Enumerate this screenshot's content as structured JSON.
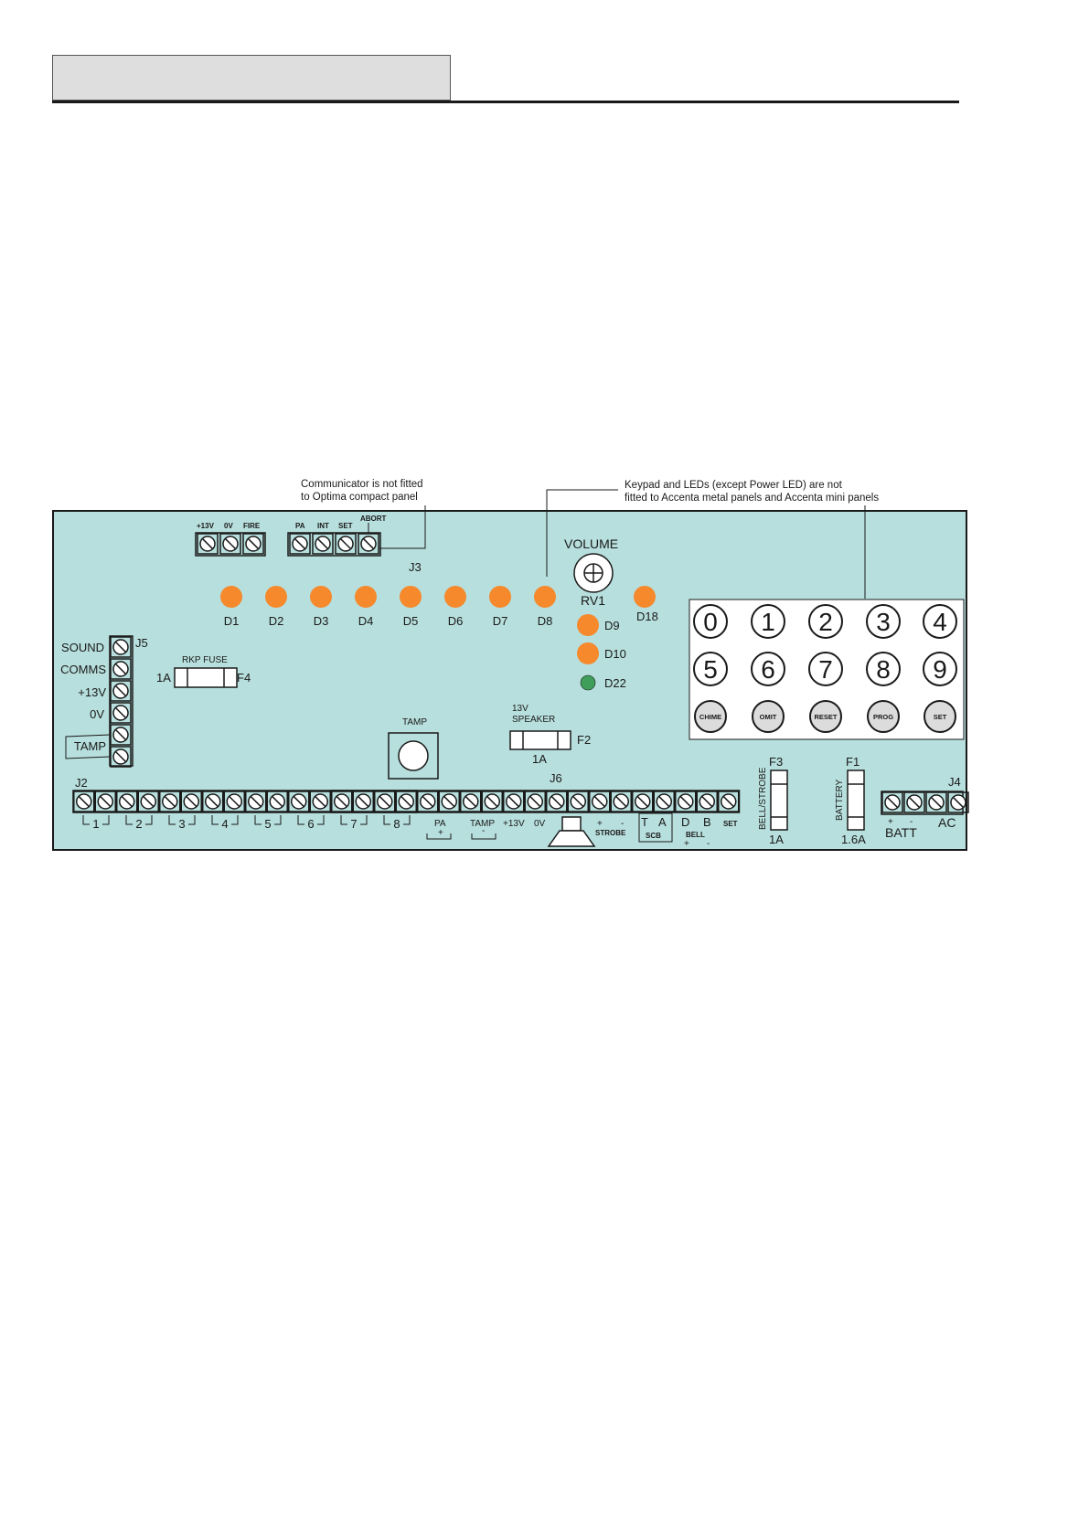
{
  "notes": {
    "communicator": [
      "Communicator is not fitted",
      "to Optima compact panel"
    ],
    "keypad": [
      "Keypad and LEDs (except Power LED) are not",
      "fitted to Accenta metal panels and Accenta mini panels"
    ]
  },
  "top_terminals_1": [
    "+13V",
    "0V",
    "FIRE"
  ],
  "top_terminals_2": [
    "PA",
    "INT",
    "SET",
    "ABORT"
  ],
  "j3_label": "J3",
  "leds_row": [
    "D1",
    "D2",
    "D3",
    "D4",
    "D5",
    "D6",
    "D7",
    "D8"
  ],
  "led_d18": "D18",
  "leds_col": [
    "D9",
    "D10",
    "D22"
  ],
  "colors": {
    "board": "#b7dfdd",
    "led_orange": "#f5892c",
    "led_green": "#3f9f5a",
    "outline": "#1a1a1a"
  },
  "volume": {
    "title": "VOLUME",
    "ref": "RV1"
  },
  "j5": {
    "ref": "J5",
    "labels": [
      "SOUND",
      "COMMS",
      "+13V",
      "0V",
      "TAMP"
    ]
  },
  "rkp_fuse": {
    "title": "RKP FUSE",
    "rating": "1A",
    "ref": "F4"
  },
  "tamp_switch": "TAMP",
  "speaker_fuse": {
    "title_lines": [
      "13V",
      "SPEAKER"
    ],
    "rating": "1A",
    "ref": "F2"
  },
  "keypad": {
    "digits": [
      "0",
      "1",
      "2",
      "3",
      "4",
      "5",
      "6",
      "7",
      "8",
      "9"
    ],
    "functions": [
      "CHIME",
      "OMIT",
      "RESET",
      "PROG",
      "SET"
    ]
  },
  "fuse_f3": {
    "ref": "F3",
    "side": "BELL/STROBE",
    "rating": "1A"
  },
  "fuse_f1": {
    "ref": "F1",
    "side": "BATTERY",
    "rating": "1.6A"
  },
  "j4": {
    "ref": "J4",
    "plus": "+",
    "minus": "-",
    "batt": "BATT",
    "ac": "AC"
  },
  "j2_label": "J2",
  "j6_label": "J6",
  "zones": [
    "1",
    "2",
    "3",
    "4",
    "5",
    "6",
    "7",
    "8"
  ],
  "bottom": {
    "pa": "PA",
    "pa_plus": "+",
    "tamp": "TAMP",
    "tamp_minus": "-",
    "v13": "+13V",
    "v0": "0V",
    "strobe": "STROBE",
    "strobe_plus": "+",
    "strobe_minus": "-",
    "t": "T",
    "a": "A",
    "scb": "SCB",
    "d": "D",
    "b": "B",
    "bell": "BELL",
    "bell_plus": "+",
    "bell_minus": "-",
    "set": "SET"
  }
}
